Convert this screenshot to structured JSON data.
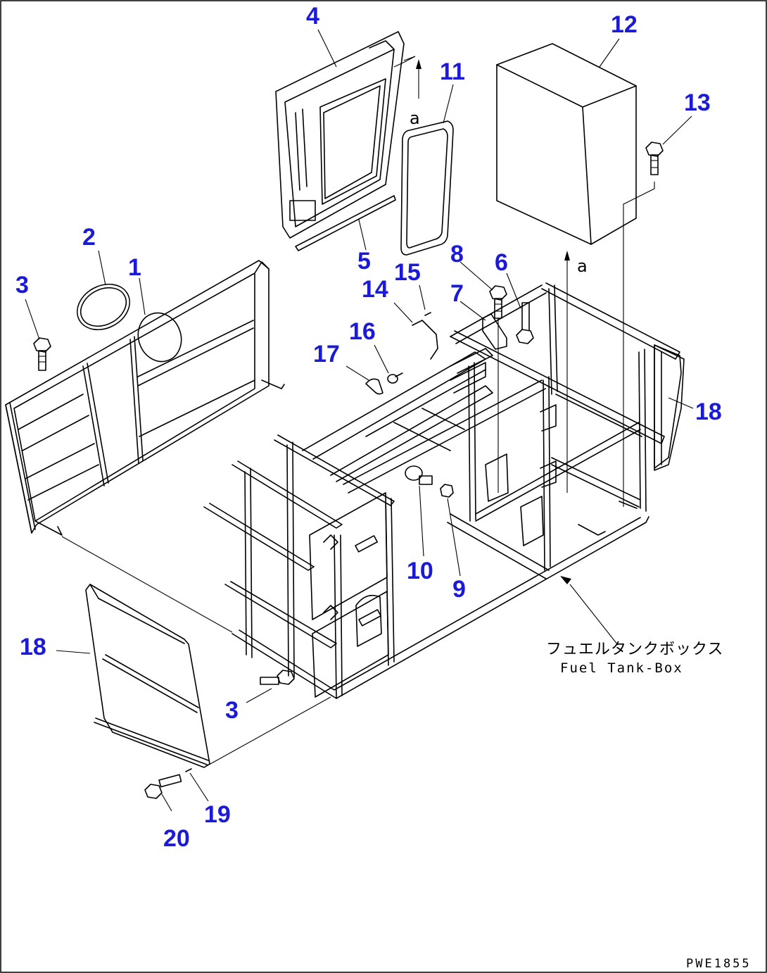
{
  "callouts": {
    "c1": "1",
    "c2": "2",
    "c3a": "3",
    "c3b": "3",
    "c4": "4",
    "c5": "5",
    "c6": "6",
    "c7": "7",
    "c8": "8",
    "c9": "9",
    "c10": "10",
    "c11": "11",
    "c12": "12",
    "c13": "13",
    "c14": "14",
    "c15": "15",
    "c16": "16",
    "c17": "17",
    "c18a": "18",
    "c18b": "18",
    "c19": "19",
    "c20": "20"
  },
  "ref_arrows": {
    "upper": "a",
    "lower": "a"
  },
  "assembly_label": {
    "japanese": "フュエルタンクボックス",
    "english": "Fuel Tank-Box"
  },
  "drawing_code": "PWE1855",
  "colors": {
    "callout": "#1a1ad8",
    "line": "#000000",
    "background": "#ffffff"
  }
}
